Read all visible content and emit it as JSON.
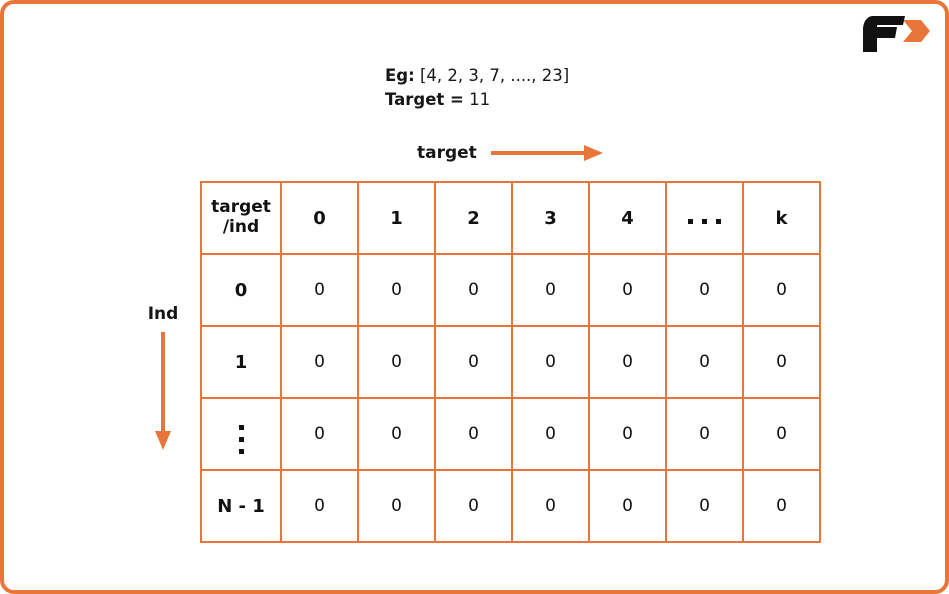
{
  "frame": {
    "border_color": "#E8763A",
    "background": "#ffffff"
  },
  "logo": {
    "name": "company-logo",
    "letter": "F",
    "letter_color": "#111111",
    "arrow_color": "#E8763A"
  },
  "example": {
    "eg_label": "Eg:",
    "eg_value": "[4, 2, 3, 7, ...., 23]",
    "target_label": "Target =",
    "target_value": "11"
  },
  "axes": {
    "top_label": "target",
    "left_label": "Ind",
    "arrow_color": "#E8763A"
  },
  "table": {
    "corner_line1": "target",
    "corner_line2": "/ind",
    "columns": [
      "0",
      "1",
      "2",
      "3",
      "4",
      ". . .",
      "k"
    ],
    "rows": [
      {
        "header": "0",
        "cells": [
          "0",
          "0",
          "0",
          "0",
          "0",
          "0",
          "0"
        ]
      },
      {
        "header": "1",
        "cells": [
          "0",
          "0",
          "0",
          "0",
          "0",
          "0",
          "0"
        ]
      },
      {
        "header": ":",
        "cells": [
          "0",
          "0",
          "0",
          "0",
          "0",
          "0",
          "0"
        ]
      },
      {
        "header": "N - 1",
        "cells": [
          "0",
          "0",
          "0",
          "0",
          "0",
          "0",
          "0"
        ]
      }
    ],
    "border_color": "#E8763A",
    "text_color": "#111111"
  }
}
